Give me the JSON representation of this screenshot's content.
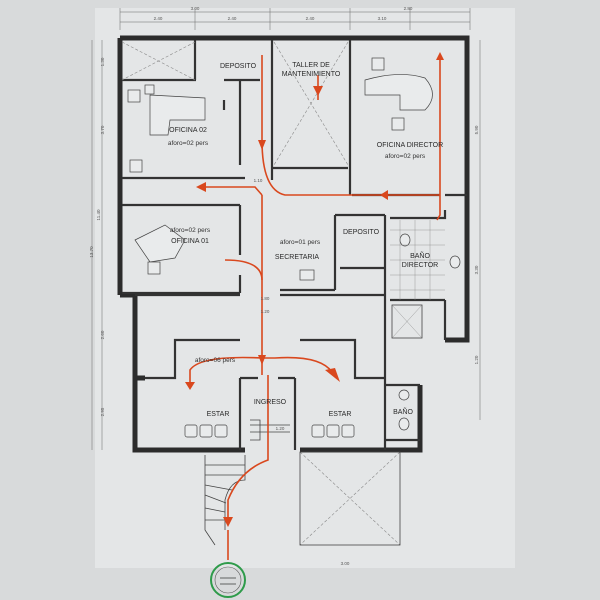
{
  "rooms": {
    "deposito_top": "DEPOSITO",
    "taller_line1": "TALLER DE",
    "taller_line2": "MANTENIMIENTO",
    "oficina02": "OFICINA 02",
    "aforo_oficina02": "aforo=02 pers",
    "oficina_director": "OFICINA DIRECTOR",
    "aforo_director": "aforo=02 pers",
    "oficina01": "OFICINA 01",
    "aforo_oficina01": "aforo=02 pers",
    "secretaria": "SECRETARIA",
    "aforo_secretaria": "aforo=01 pers",
    "deposito_mid": "DEPOSITO",
    "bano_director_line1": "BAÑO",
    "bano_director_line2": "DIRECTOR",
    "aforo_estar": "aforo=06 pers",
    "estar_left": "ESTAR",
    "ingreso": "INGRESO",
    "estar_right": "ESTAR",
    "bano": "BAÑO"
  },
  "dimensions": {
    "top": [
      "3.00",
      "2.40",
      "2.40",
      "2.40",
      "3.10",
      "2.80"
    ],
    "left": [
      "1.30",
      "3.70",
      "11.40",
      "13.70",
      "2.60",
      "2.95"
    ],
    "right": [
      "5.90",
      "3.30",
      "1.20"
    ],
    "inner": [
      "1.10",
      "1.80",
      "1.20",
      "1.20"
    ],
    "bottom": [
      "3.00"
    ]
  },
  "colors": {
    "route": "#d9481e",
    "wall": "#2c2c2c",
    "paper": "#d8dadb"
  }
}
